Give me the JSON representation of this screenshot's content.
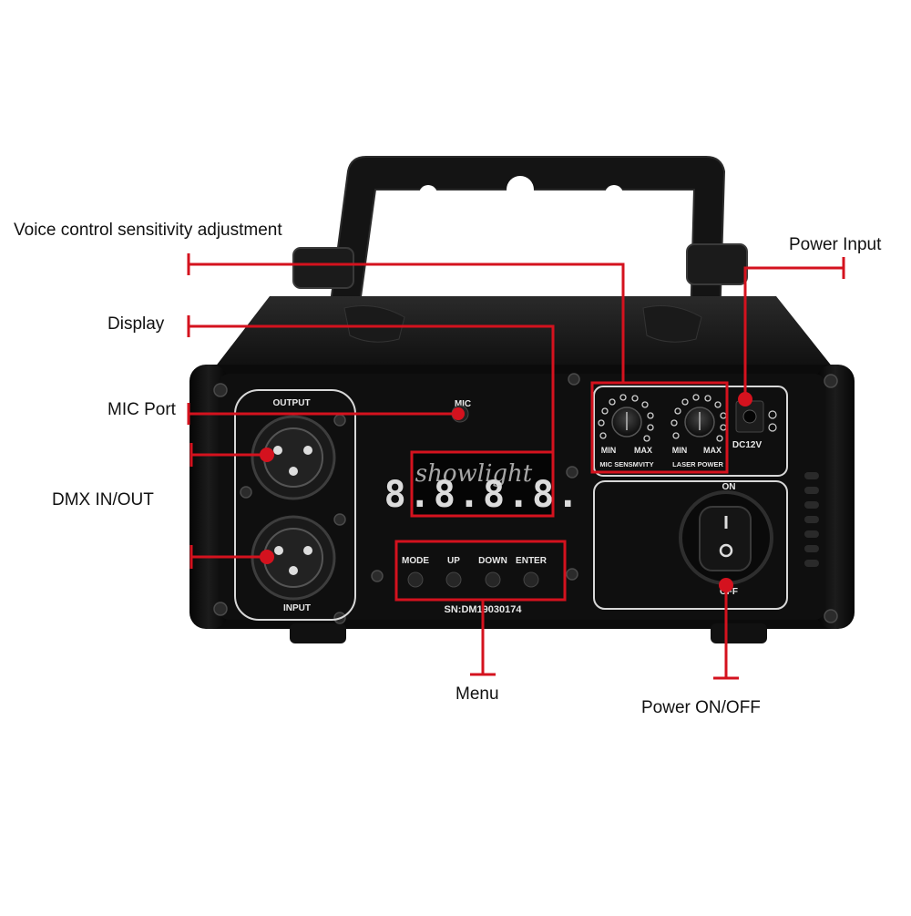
{
  "callouts": {
    "voice_control": "Voice control sensitivity adjustment",
    "display": "Display",
    "mic_port": "MIC Port",
    "dmx": "DMX IN/OUT",
    "power_input": "Power Input",
    "menu": "Menu",
    "power_switch": "Power ON/OFF"
  },
  "panel": {
    "output": "OUTPUT",
    "input": "INPUT",
    "mic": "MIC",
    "display_digits": "8.8.8.8.",
    "watermark": "showlight",
    "knob1_min": "MIN",
    "knob1_max": "MAX",
    "knob1_name": "MIC SENSMVITY",
    "knob2_min": "MIN",
    "knob2_max": "MAX",
    "knob2_name": "LASER POWER",
    "dc": "DC12V",
    "on": "ON",
    "off": "OFF",
    "btn_mode": "MODE",
    "btn_up": "UP",
    "btn_down": "DOWN",
    "btn_enter": "ENTER",
    "serial": "SN:DM19030174"
  },
  "colors": {
    "callout_line": "#d4121e",
    "body": "#111111",
    "panel_label": "#e8e8e8"
  }
}
